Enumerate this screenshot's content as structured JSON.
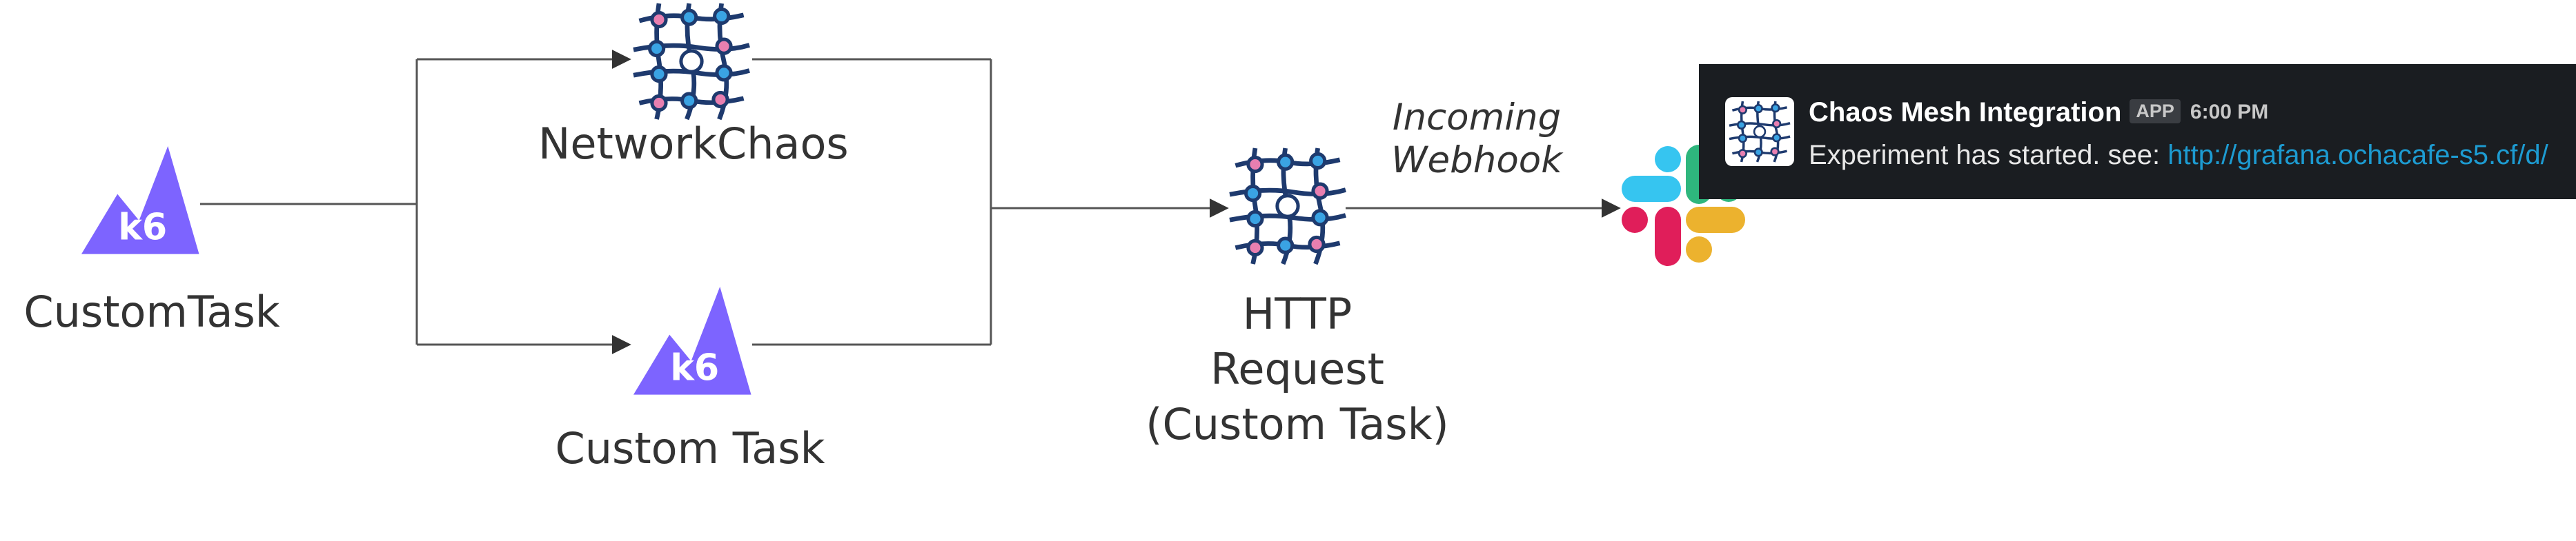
{
  "labels": {
    "k6_left": "CustomTask",
    "network_chaos": "NetworkChaos",
    "k6_bottom": "Custom Task",
    "http_line1": "HTTP",
    "http_line2": "Request",
    "http_line3": "(Custom Task)",
    "webhook_line1": "Incoming",
    "webhook_line2": "Webhook"
  },
  "k6_logo_text": "k6",
  "colors": {
    "k6_purple": "#7d64ff",
    "line": "#555555",
    "mesh_line": "#1e3a6e",
    "mesh_blue_node": "#3aa3e3",
    "mesh_pink_node": "#e87fb0",
    "slack_bg": "#1a1d21",
    "slack_link": "#1d9bd1",
    "slack_blue": "#36c5f0",
    "slack_green": "#2eb67d",
    "slack_yellow": "#ecb22e",
    "slack_red": "#e01e5a"
  },
  "icons": [
    "k6-logo-icon",
    "chaos-mesh-icon",
    "slack-logo-icon"
  ],
  "slack_message": {
    "sender": "Chaos Mesh Integration",
    "badge": "APP",
    "time": "6:00 PM",
    "text": "Experiment has started. see: ",
    "link": "http://grafana.ochacafe-s5.cf/d/"
  }
}
